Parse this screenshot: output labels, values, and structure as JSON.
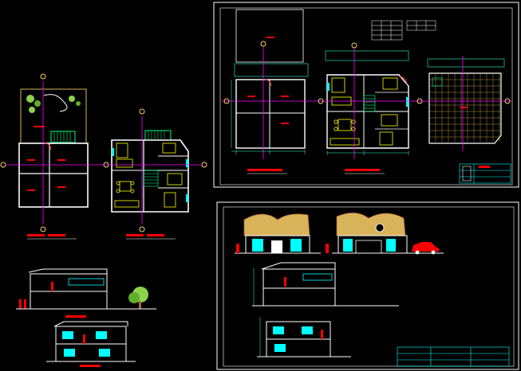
{
  "drawing": {
    "background": "#000000",
    "colors": {
      "sheet_border": "#ffffff",
      "wall": "#ffffff",
      "axis": "#ff00ff",
      "axis_tag": "#ffcc66",
      "dimension": "#33ffcc",
      "label_bar": "#ff0000",
      "furniture": "#ffff00",
      "glass": "#00ffff",
      "hatch": "#d9b35a",
      "tree": "#8bd34a",
      "roof": "#aa6633",
      "title_block": "#00ffff"
    }
  },
  "sheets": {
    "left_floor_plans": {
      "views": [
        "ground-floor-plan",
        "upper-floor-plan"
      ]
    },
    "right_plan_sheet": {
      "views": [
        "site-plan",
        "furnished-floor-plan",
        "roof-plan"
      ],
      "has_title_block": true,
      "has_schedule_tables": true
    },
    "right_elevation_sheet": {
      "views": [
        "front-elevation",
        "rear-elevation",
        "longitudinal-section",
        "cross-section"
      ],
      "has_title_block": true
    },
    "left_sections": {
      "views": [
        "section-a",
        "section-b"
      ]
    }
  }
}
